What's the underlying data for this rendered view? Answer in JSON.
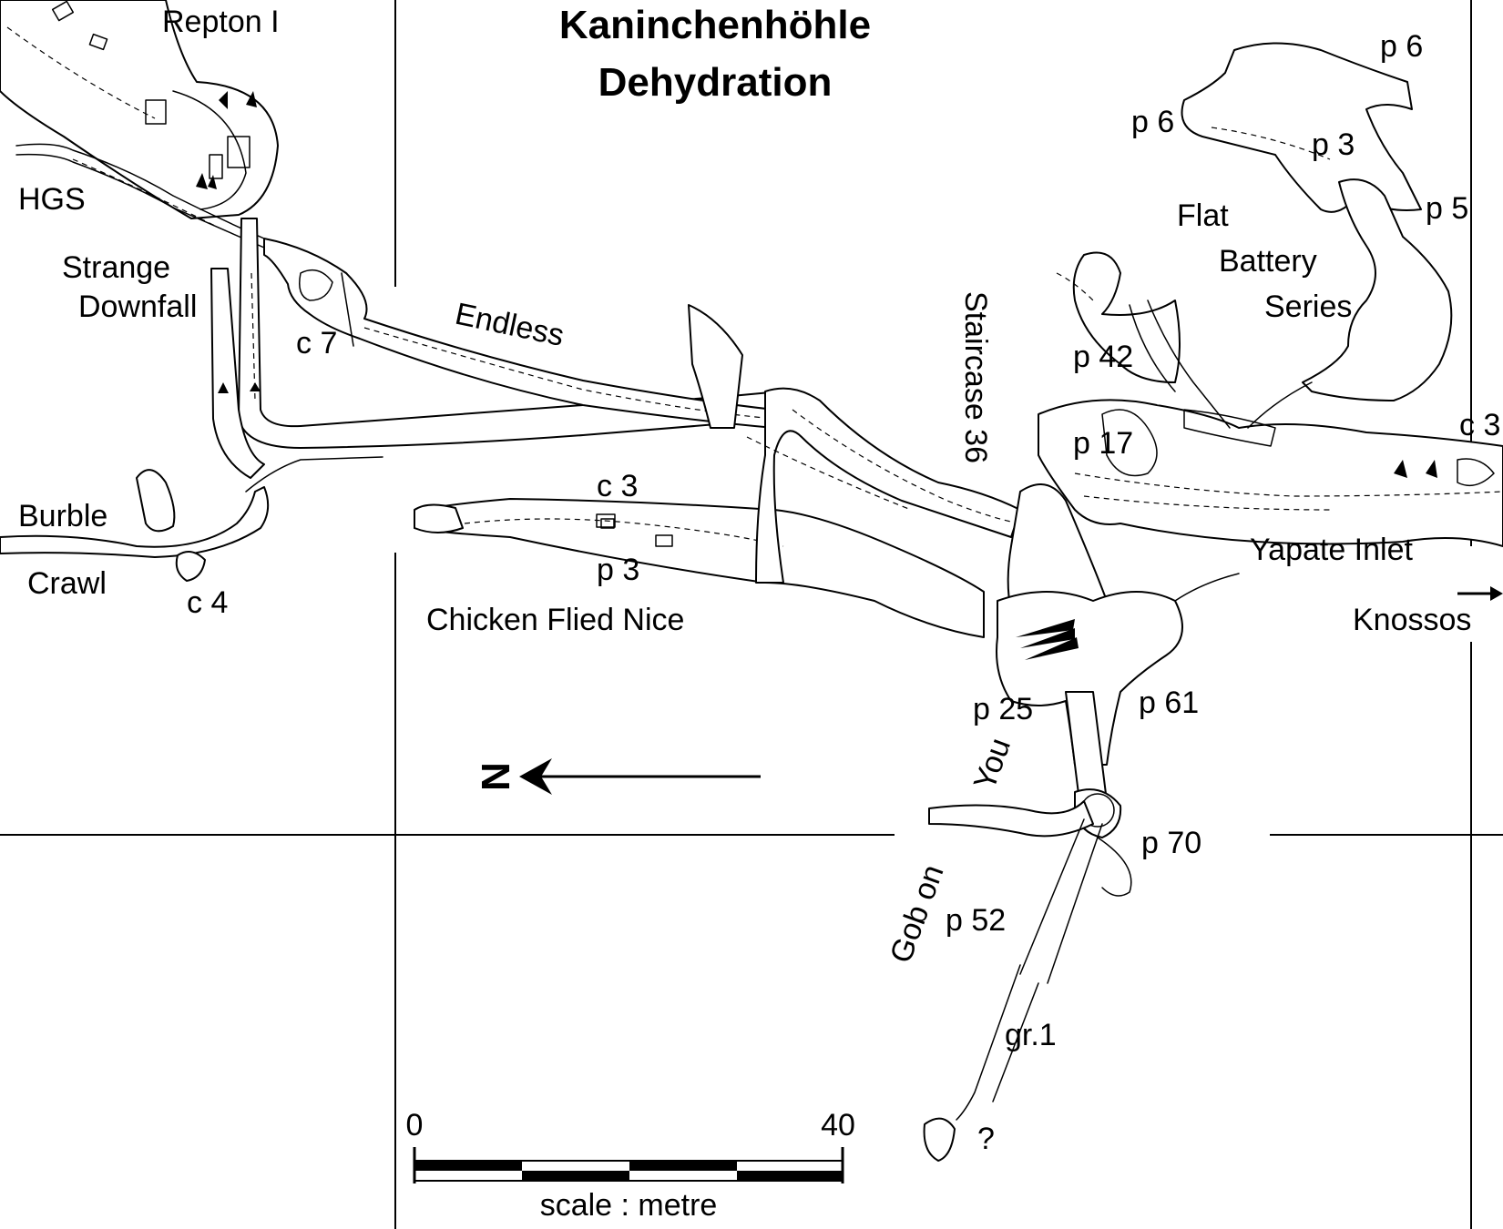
{
  "map": {
    "title_line1": "Kaninchenhöhle",
    "title_line2": "Dehydration",
    "labels": {
      "repton": "Repton I",
      "hgs": "HGS",
      "strange": "Strange",
      "downfall": "Downfall",
      "c7": "c 7",
      "endless": "Endless",
      "burble": "Burble",
      "crawl": "Crawl",
      "c4": "c 4",
      "c3_mid": "c 3",
      "p3_mid": "p 3",
      "chicken": "Chicken Flied Nice",
      "staircase": "Staircase 36",
      "p6_top": "p 6",
      "p6_left": "p 6",
      "p3_top": "p 3",
      "p5": "p 5",
      "flat": "Flat",
      "battery": "Battery",
      "series": "Series",
      "p42": "p 42",
      "p17": "p 17",
      "c3_right": "c 3",
      "yapate": "Yapate Inlet",
      "knossos": "Knossos",
      "p25": "p 25",
      "p61": "p 61",
      "you": "You",
      "p70": "p 70",
      "gob_on": "Gob on",
      "p52": "p 52",
      "gr1": "gr.1",
      "question": "?"
    },
    "north_arrow_letter": "N",
    "scale": {
      "start": "0",
      "end": "40",
      "caption": "scale : metre"
    }
  }
}
